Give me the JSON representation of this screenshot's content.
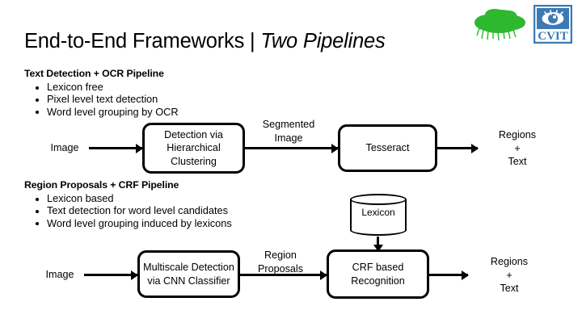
{
  "slide": {
    "title_main": "End-to-End Frameworks | ",
    "title_italic": "Two Pipelines"
  },
  "logos": {
    "tree": "tree-logo",
    "cvit": "cvit-logo",
    "cvit_text": "CVIT",
    "tree_color": "#2eb82e",
    "cvit_color": "#3b7ab5"
  },
  "pipeline_1": {
    "heading": "Text Detection + OCR Pipeline",
    "bullets": [
      "Lexicon free",
      "Pixel level text detection",
      "Word level grouping by OCR"
    ],
    "nodes": {
      "input_label": "Image",
      "box_1": "Detection via\nHierarchical\nClustering",
      "edge_label": "Segmented\nImage",
      "box_2": "Tesseract",
      "output_label": "Regions\n+\nText"
    }
  },
  "pipeline_2": {
    "heading": "Region Proposals + CRF Pipeline",
    "bullets": [
      "Lexicon based",
      "Text detection for word level candidates",
      "Word level grouping induced by lexicons"
    ],
    "nodes": {
      "input_label": "Image",
      "box_1": "Multiscale\nDetection via\nCNN Classifier",
      "edge_label": "Region\nProposals",
      "lexicon_store": "Lexicon",
      "box_2": "CRF based\nRecognition",
      "output_label": "Regions\n+\nText"
    }
  }
}
